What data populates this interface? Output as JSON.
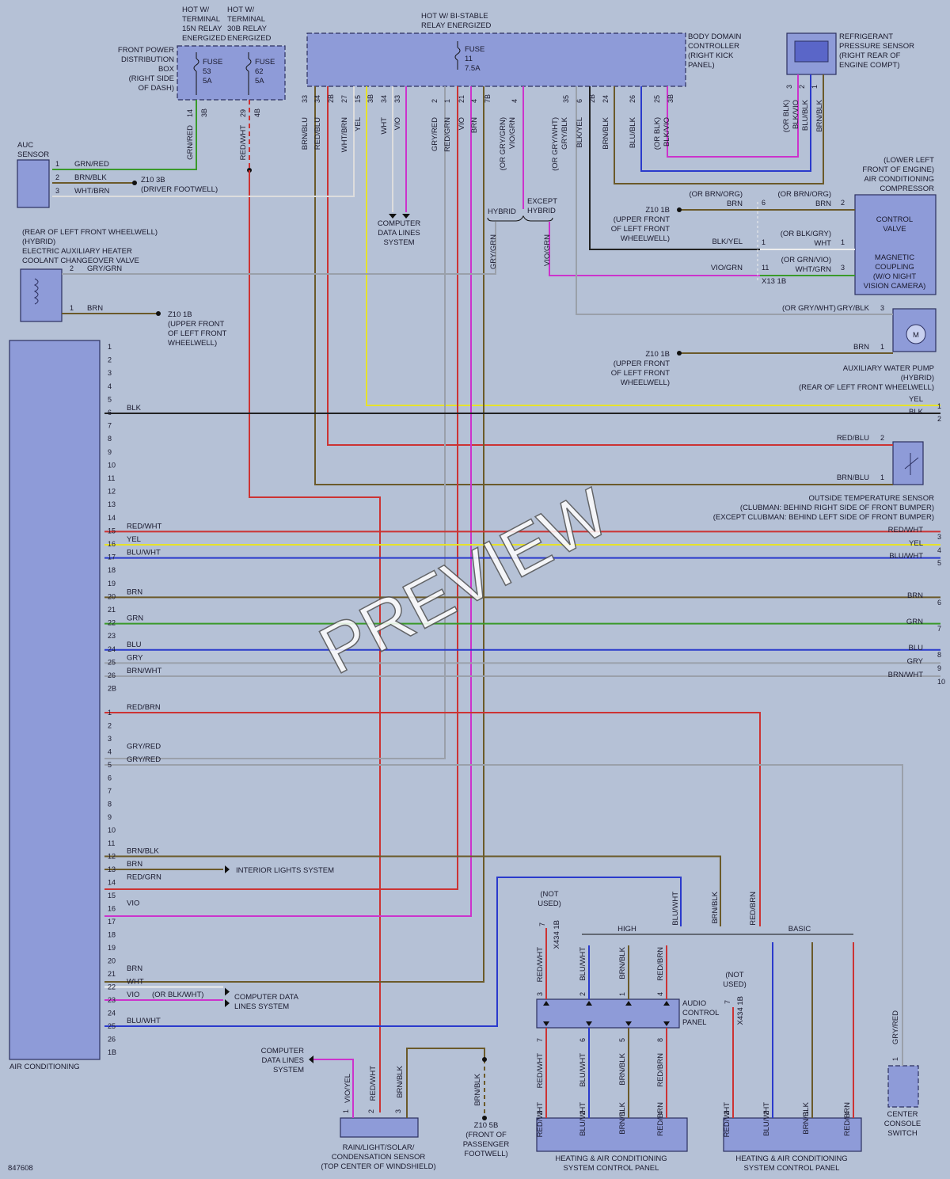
{
  "colors": {
    "background": "#b5c1d6",
    "component": "#8e9bd8",
    "BLK": "#222222",
    "RED": "#cc3333",
    "BRN": "#6b5a2a",
    "YEL": "#e6e22a",
    "BLU": "#2a3acc",
    "GRN": "#3a9a2a",
    "GRY": "#9aa0aa",
    "VIO": "#cc33cc",
    "WHT": "#eeeeee"
  },
  "top": {
    "hot_15n": "HOT W/\nTERMINAL\n15N RELAY\nENERGIZED",
    "hot_30b": "HOT W/\nTERMINAL\n30B RELAY\nENERGIZED",
    "fpdb": "FRONT POWER\nDISTRIBUTION\nBOX\n(RIGHT SIDE\nOF DASH)",
    "fuse53": "FUSE\n53\n5A",
    "fuse62": "FUSE\n62\n5A",
    "hot_bistable": "HOT W/ BI-STABLE\nRELAY ENERGIZED",
    "fuse11": "FUSE\n11\n7.5A",
    "bdc": "BODY DOMAIN\nCONTROLLER\n(RIGHT KICK\nPANEL)",
    "rps": "REFRIGERANT\nPRESSURE SENSOR\n(RIGHT REAR OF\nENGINE COMPT)"
  },
  "fpdb_pins": [
    "14",
    "3B",
    "29",
    "4B"
  ],
  "fpdb_wires": [
    "GRN/RED",
    "RED/WHT"
  ],
  "bdc_pins": [
    "33",
    "34",
    "2B",
    "27",
    "15",
    "3B",
    "34",
    "33",
    "2",
    "1",
    "21",
    "4",
    "7B",
    "4",
    "35",
    "6",
    "2B",
    "24",
    "26",
    "25",
    "3B"
  ],
  "bdc_wires": [
    "BRN/BLU",
    "RED/BLU",
    "WHT/BRN",
    "YEL",
    "WHT",
    "VIO",
    "GRY/RED",
    "RED/GRN",
    "VIO",
    "BRN",
    "(OR GRY/GRN)\nVIO/GRN",
    "(OR GRY/WHT)\nGRY/BLK",
    "BLK/YEL",
    "BRN/BLK",
    "BLU/BLK",
    "(OR BLK)\nBLK/VIO"
  ],
  "rps_pins": [
    "3",
    "2",
    "1"
  ],
  "rps_wires": [
    "(OR BLK)\nBLK/VIO",
    "BLU/BLK",
    "BRN/BLK"
  ],
  "auc": {
    "label": "AUC\nSENSOR",
    "pins": [
      "1",
      "2",
      "3"
    ],
    "wires": [
      "GRN/RED",
      "BRN/BLK",
      "WHT/BRN"
    ],
    "ground": "Z10 3B\n(DRIVER FOOTWELL)"
  },
  "cdls1": "COMPUTER\nDATA LINES\nSYSTEM",
  "hybrid": "HYBRID",
  "except_hybrid": "EXCEPT\nHYBRID",
  "gry_grn": "GRY/GRN",
  "vio_grn": "VIO/GRN",
  "compressor": {
    "label": "(LOWER LEFT\nFRONT OF ENGINE)\nAIR CONDITIONING\nCOMPRESSOR",
    "control_valve": "CONTROL\nVALVE",
    "mag": "MAGNETIC\nCOUPLING\n(W/O NIGHT\nVISION CAMERA)",
    "ground": "Z10 1B\n(UPPER FRONT\nOF LEFT FRONT\nWHEELWELL)",
    "w1": "(OR BRN/ORG)\nBRN",
    "w1b": "(OR BRN/ORG)\nBRN",
    "w2": "BLK/YEL",
    "w2b": "(OR BLK/GRY)\nWHT",
    "w3": "VIO/GRN",
    "w3b": "(OR GRN/VIO)\nWHT/GRN",
    "p1": "6",
    "p2": "1",
    "p3": "11",
    "pin_a": "2",
    "pin_b": "1",
    "pin_c": "3",
    "x13": "X13 1B"
  },
  "eahcv": {
    "label": "(REAR OF LEFT FRONT WHEELWELL)\n(HYBRID)\nELECTRIC AUXILIARY HEATER\nCOOLANT CHANGEOVER VALVE",
    "pins": [
      "2",
      "1"
    ],
    "wires": [
      "GRY/GRN",
      "BRN"
    ],
    "ground": "Z10 1B\n(UPPER FRONT\nOF LEFT FRONT\nWHEELWELL)"
  },
  "pump": {
    "label": "AUXILIARY WATER PUMP\n(HYBRID)\n(REAR OF LEFT FRONT WHEELWELL)",
    "w1": "(OR GRY/WHT)",
    "w1b": "GRY/BLK",
    "w2": "BRN",
    "p1": "3",
    "p2": "1",
    "ground": "Z10 1B\n(UPPER FRONT\nOF LEFT FRONT\nWHEELWELL)",
    "motor": "M"
  },
  "ots": {
    "label": "OUTSIDE TEMPERATURE SENSOR\n(CLUBMAN: BEHIND RIGHT SIDE OF FRONT BUMPER)\n(EXCEPT CLUBMAN: BEHIND LEFT SIDE OF FRONT BUMPER)",
    "w1": "RED/BLU",
    "w2": "BRN/BLU",
    "p1": "2",
    "p2": "1"
  },
  "ac_module": {
    "label": "AIR CONDITIONING",
    "pins_a": [
      "1",
      "2",
      "3",
      "4",
      "5",
      "6",
      "7",
      "8",
      "9",
      "10",
      "11",
      "12",
      "13",
      "14",
      "15",
      "16",
      "17",
      "18",
      "19",
      "20",
      "21",
      "22",
      "23",
      "24",
      "25",
      "26",
      "2B"
    ],
    "pins_b": [
      "1",
      "2",
      "3",
      "4",
      "5",
      "6",
      "7",
      "8",
      "9",
      "10",
      "11",
      "12",
      "13",
      "14",
      "15",
      "16",
      "17",
      "18",
      "19",
      "20",
      "21",
      "22",
      "23",
      "24",
      "25",
      "26",
      "1B"
    ]
  },
  "wires_a": {
    "w6": "BLK",
    "w15": "RED/WHT",
    "w16": "YEL",
    "w17": "BLU/WHT",
    "w20": "BRN",
    "w22": "GRN",
    "w24": "BLU",
    "w25": "GRY",
    "w26": "BRN/WHT"
  },
  "right_edge": [
    {
      "label": "YEL",
      "pin": "1"
    },
    {
      "label": "BLK",
      "pin": "2"
    },
    {
      "label": "RED/WHT",
      "pin": "3"
    },
    {
      "label": "YEL",
      "pin": "4"
    },
    {
      "label": "BLU/WHT",
      "pin": "5"
    },
    {
      "label": "BRN",
      "pin": "6"
    },
    {
      "label": "GRN",
      "pin": "7"
    },
    {
      "label": "BLU",
      "pin": "8"
    },
    {
      "label": "GRY",
      "pin": "9"
    },
    {
      "label": "BRN/WHT",
      "pin": "10"
    }
  ],
  "wires_b": {
    "w1": "RED/BRN",
    "w4": "GRY/RED",
    "w5": "GRY/RED",
    "w12": "BRN/BLK",
    "w13": "BRN",
    "w14": "RED/GRN",
    "w16": "VIO",
    "w21": "BRN",
    "w22": "WHT",
    "w23": "VIO",
    "w23b": "(OR BLK/WHT)",
    "w25": "BLU/WHT"
  },
  "interior_lights": "INTERIOR LIGHTS SYSTEM",
  "cdls2": "COMPUTER DATA\nLINES SYSTEM",
  "cdls3": "COMPUTER\nDATA LINES\nSYSTEM",
  "rain": {
    "label": "RAIN/LIGHT/SOLAR/\nCONDENSATION SENSOR\n(TOP CENTER OF WINDSHIELD)",
    "wires": [
      "VIO/YEL",
      "RED/WHT",
      "BRN/BLK"
    ],
    "pins": [
      "1",
      "2",
      "3"
    ]
  },
  "z10_5b": {
    "wire": "BRN/BLK",
    "label": "Z10 5B\n(FRONT OF\nPASSENGER\nFOOTWELL)"
  },
  "audio": {
    "label": "AUDIO\nCONTROL\nPANEL",
    "not_used": "(NOT\nUSED)",
    "x434": "X434 1B",
    "top_wires": [
      "RED/WHT",
      "BLU/WHT",
      "BRN/BLK",
      "RED/BRN"
    ],
    "top_pins": [
      "3",
      "2",
      "1",
      "4"
    ],
    "bot_wires": [
      "RED/WHT",
      "BLU/WHT",
      "BRN/BLK",
      "RED/BRN"
    ],
    "bot_pins": [
      "7",
      "6",
      "5",
      "8"
    ],
    "pin7": "7"
  },
  "high": "HIGH",
  "basic": "BASIC",
  "bus_wires": [
    "BLU/WHT",
    "BRN/BLK",
    "RED/BRN"
  ],
  "hvac1": {
    "label": "HEATING & AIR CONDITIONING\nSYSTEM CONTROL PANEL",
    "wires": [
      "RED/WHT",
      "BLU/WHT",
      "BRN/BLK",
      "RED/BRN"
    ],
    "pins": [
      "3",
      "2",
      "1",
      "4"
    ]
  },
  "hvac2": {
    "label": "HEATING & AIR CONDITIONING\nSYSTEM CONTROL PANEL",
    "wires": [
      "RED/WHT",
      "BLU/WHT",
      "BRN/BLK",
      "RED/BRN"
    ],
    "pins": [
      "3",
      "2",
      "1",
      "4"
    ],
    "not_used": "(NOT\nUSED)",
    "x434": "X434 1B",
    "pin7": "7"
  },
  "ccs": {
    "label": "CENTER\nCONSOLE\nSWITCH",
    "wire": "GRY/RED",
    "pin": "1"
  },
  "diagram_id": "847608",
  "watermark": "PREVIEW"
}
